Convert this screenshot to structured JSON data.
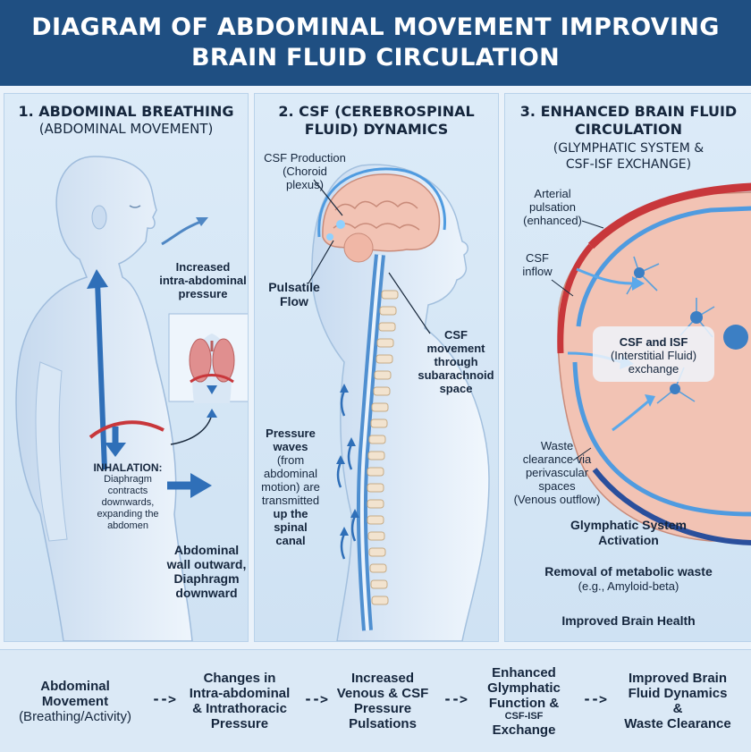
{
  "title": {
    "line1": "DIAGRAM OF ABDOMINAL MOVEMENT IMPROVING",
    "line2": "BRAIN FLUID CIRCULATION"
  },
  "panel1": {
    "title": "1. ABDOMINAL BREATHING",
    "subtitle": "(ABDOMINAL MOVEMENT)",
    "pressure": [
      "Increased",
      "intra-abdominal",
      "pressure"
    ],
    "inhalation_head": "INHALATION:",
    "inhalation_body": [
      "Diaphragm",
      "contracts",
      "downwards,",
      "expanding the",
      "abdomen"
    ],
    "wall": [
      "Abdominal",
      "wall outward,",
      "Diaphragm",
      "downward"
    ]
  },
  "panel2": {
    "title": [
      "2. CSF (CEREBROSPINAL",
      "FLUID) DYNAMICS"
    ],
    "production": [
      "CSF Production",
      "(Choroid",
      "plexus)"
    ],
    "pulsatile": [
      "Pulsatile",
      "Flow"
    ],
    "movement": [
      "CSF",
      "movement",
      "through",
      "subarachnoid",
      "space"
    ],
    "waves_top": [
      "Pressure",
      "waves"
    ],
    "waves_mid": [
      "(from",
      "abdominal",
      "motion) are",
      "transmitted"
    ],
    "waves_bottom": [
      "up the",
      "spinal",
      "canal"
    ]
  },
  "panel3": {
    "title": [
      "3. ENHANCED BRAIN FLUID",
      "CIRCULATION"
    ],
    "subtitle": [
      "(GLYMPHATIC SYSTEM &",
      "CSF-ISF EXCHANGE)"
    ],
    "arterial": [
      "Arterial",
      "pulsation",
      "(enhanced)"
    ],
    "inflow": [
      "CSF",
      "inflow"
    ],
    "exchange_head": "CSF and ISF",
    "exchange_body": [
      "(Interstitial Fluid)",
      "exchange"
    ],
    "waste": [
      "Waste",
      "clearance via",
      "perivascular",
      "spaces"
    ],
    "venous": "(Venous outflow)",
    "activation": [
      "Glymphatic System",
      "Activation"
    ],
    "removal_head": "Removal of metabolic waste",
    "removal_sub": "(e.g., Amyloid-beta)",
    "health": "Improved Brain Health"
  },
  "flow": {
    "step1": [
      "Abdominal",
      "Movement"
    ],
    "step1_sub": "(Breathing/Activity)",
    "step2": [
      "Changes in",
      "Intra-abdominal",
      "& Intrathoracic",
      "Pressure"
    ],
    "step3": [
      "Increased",
      "Venous & CSF",
      "Pressure",
      "Pulsations"
    ],
    "step4_a": [
      "Enhanced",
      "Glymphatic",
      "Function &"
    ],
    "step4_small": "CSF-ISF",
    "step4_b": "Exchange",
    "step5": [
      "Improved Brain",
      "Fluid Dynamics",
      "&",
      "Waste Clearance"
    ],
    "arrow": "-->"
  },
  "colors": {
    "header": "#1f4f82",
    "arrow_blue": "#2f6fb8",
    "artery_red": "#c8373b",
    "brain_pink": "#f2c3b4",
    "skin": "#cfe0f2"
  }
}
